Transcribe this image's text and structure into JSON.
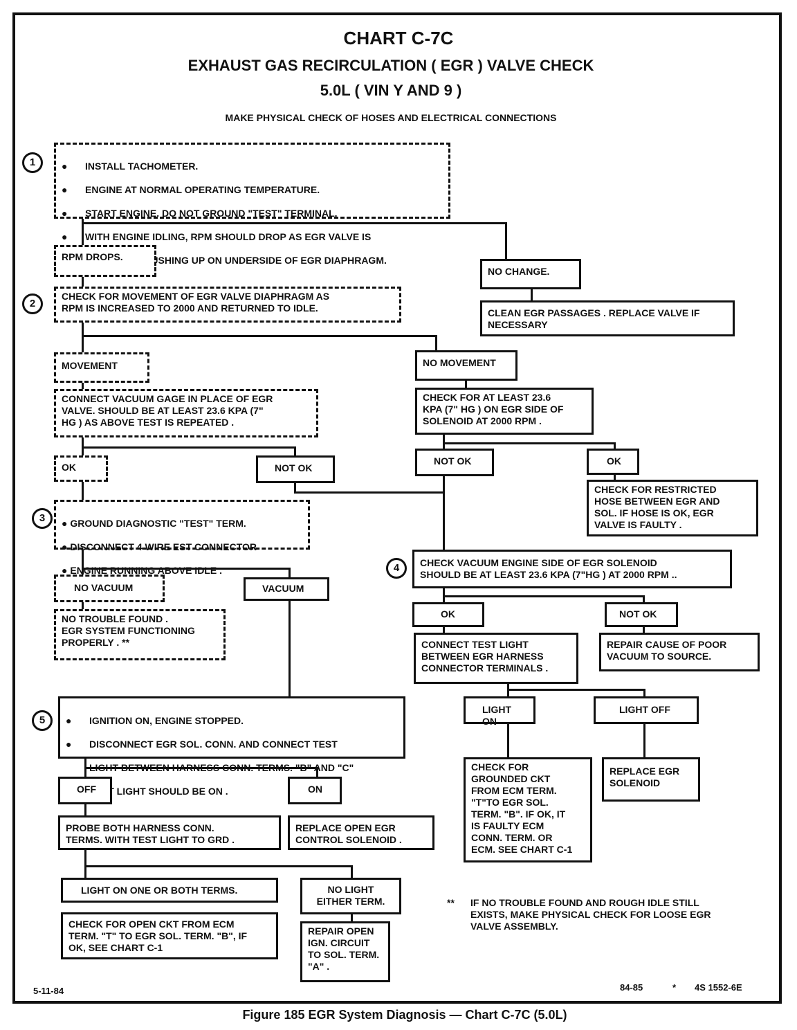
{
  "header": {
    "title": "CHART C-7C",
    "subtitle": "EXHAUST GAS RECIRCULATION ( EGR ) VALVE CHECK",
    "engine": "5.0L ( VIN Y AND 9 )",
    "instruction": "MAKE PHYSICAL CHECK OF HOSES AND ELECTRICAL CONNECTIONS"
  },
  "steps": {
    "s1": "1",
    "s2": "2",
    "s3": "3",
    "s4": "4",
    "s5": "5"
  },
  "boxes": {
    "b1": [
      "INSTALL TACHOMETER.",
      "ENGINE AT NORMAL OPERATING TEMPERATURE.",
      "START ENGINE.  DO NOT GROUND \"TEST\" TERMINAL.",
      "WITH ENGINE IDLING, RPM SHOULD DROP AS EGR VALVE IS",
      "OPENED BY PUSHING UP ON UNDERSIDE OF EGR DIAPHRAGM."
    ],
    "rpm_drops": "RPM DROPS.",
    "no_change": "NO CHANGE.",
    "clean_egr": "CLEAN EGR PASSAGES . REPLACE VALVE IF\nNECESSARY",
    "b2": "CHECK FOR MOVEMENT OF EGR VALVE DIAPHRAGM  AS\nRPM IS INCREASED TO 2000 AND RETURNED TO IDLE.",
    "movement": "MOVEMENT",
    "no_movement": "NO MOVEMENT",
    "connect_gage": "CONNECT VACUUM GAGE IN PLACE OF EGR\nVALVE.  SHOULD BE AT LEAST 23.6 KPa (7\"\nHG ) AS ABOVE TEST IS REPEATED .",
    "check_236": "CHECK FOR AT LEAST 23.6\nKPa (7\" HG ) ON EGR SIDE OF\nSOLENOID AT 2000 RPM .",
    "ok_left": "OK",
    "not_ok_left": "NOT OK",
    "not_ok_mid": "NOT OK",
    "ok_right": "OK",
    "restricted": "CHECK FOR RESTRICTED\nHOSE BETWEEN EGR AND\nSOL.  IF HOSE IS OK,  EGR\nVALVE IS FAULTY .",
    "b3": [
      "GROUND DIAGNOSTIC \"TEST\" TERM.",
      "DISCONNECT 4 WIRE EST CONNECTOR",
      "ENGINE RUNNING ABOVE IDLE ."
    ],
    "b4": "CHECK VACUUM ENGINE SIDE OF EGR SOLENOID\nSHOULD BE AT LEAST 23.6 KPa (7\"HG ) AT 2000 RPM ..",
    "no_vacuum": "NO VACUUM",
    "vacuum": "VACUUM",
    "no_trouble": "NO TROUBLE FOUND .\nEGR SYSTEM FUNCTIONING\nPROPERLY .        **",
    "ok_b4": "OK",
    "not_ok_b4": "NOT OK",
    "test_light": "CONNECT TEST LIGHT\nBETWEEN EGR HARNESS\nCONNECTOR TERMINALS .",
    "repair_poor": "REPAIR CAUSE OF POOR\nVACUUM TO SOURCE.",
    "b5": [
      "IGNITION ON, ENGINE STOPPED.",
      "DISCONNECT EGR SOL. CONN. AND CONNECT TEST",
      "LIGHT BETWEEN HARNESS CONN. TERMS. \"B\" AND \"C\"",
      "TEST LIGHT SHOULD BE ON ."
    ],
    "light_on": "LIGHT ON",
    "light_off": "LIGHT OFF",
    "grounded": "CHECK FOR\nGROUNDED CKT\nFROM ECM TERM.\n\"T\"TO EGR SOL.\nTERM. \"B\". IF OK, IT\nIS FAULTY ECM\nCONN. TERM. OR\nECM.  SEE CHART C-1",
    "replace_sol": "REPLACE EGR\nSOLENOID",
    "off": "OFF",
    "on": "ON",
    "probe": "PROBE BOTH HARNESS CONN.\nTERMS.  WITH TEST LIGHT TO GRD .",
    "replace_open": "REPLACE OPEN EGR\nCONTROL SOLENOID .",
    "light_on_one": "LIGHT ON ONE OR BOTH TERMS.",
    "no_light": "NO LIGHT\nEITHER TERM.",
    "open_ckt": "CHECK FOR OPEN CKT FROM ECM\nTERM. \"T\" TO EGR SOL. TERM. \"B\", IF\nOK, SEE CHART C-1",
    "repair_ign": "REPAIR OPEN\nIGN. CIRCUIT\nTO SOL. TERM.\n\"A\" ."
  },
  "note": {
    "stars": "**",
    "text": "IF NO TROUBLE FOUND AND ROUGH IDLE STILL\nEXISTS, MAKE PHYSICAL CHECK FOR LOOSE EGR\nVALVE ASSEMBLY."
  },
  "footer": {
    "date": "5-11-84",
    "year": "84-85",
    "star": "*",
    "code": "4S 1552-6E",
    "caption": "Figure 185 EGR System Diagnosis — Chart C-7C (5.0L)"
  }
}
